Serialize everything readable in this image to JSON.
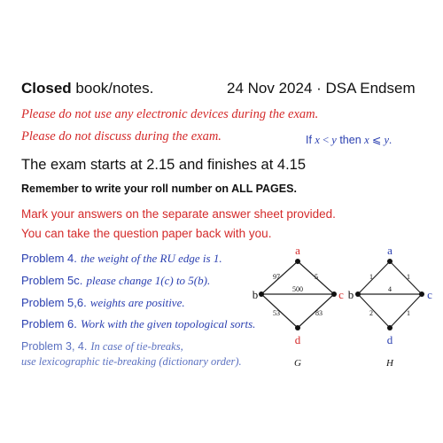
{
  "header": {
    "closed_bold": "Closed",
    "closed_rest": " book/notes.",
    "date_course": "24 Nov 2024 · DSA Endsem"
  },
  "notices": {
    "no_devices": "Please do not use any electronic devices during the exam.",
    "no_discuss": "Please do not discuss during the exam.",
    "if_rule_prefix": "If ",
    "if_rule_x1": "x",
    "if_rule_lt": " < ",
    "if_rule_y1": "y",
    "if_rule_then": " then ",
    "if_rule_x2": "x",
    "if_rule_le": " ⩽ ",
    "if_rule_y2": "y",
    "if_rule_dot": "."
  },
  "timing": "The exam starts at 2.15 and finishes at 4.15",
  "roll_reminder": "Remember to write your roll number on ALL PAGES.",
  "answer_sheet": "Mark your answers on the separate answer sheet provided.",
  "take_back": "You can take the question paper back with you.",
  "problems": [
    {
      "label": "Problem 4.",
      "note": "the weight of the RU edge is 1."
    },
    {
      "label": "Problem 5c.",
      "note": "please change 1(c) to 5(b)."
    },
    {
      "label": "Problem 5,6.",
      "note": "weights are positive."
    },
    {
      "label": "Problem 6.",
      "note": "Work with the given topological sorts."
    },
    {
      "label": "Problem 3, 4.",
      "note": "In case of tie-breaks,",
      "note2": "use lexicographic tie-breaking (dictionary order)."
    }
  ],
  "graph_g": {
    "caption": "G",
    "nodes": {
      "a": "a",
      "b": "b",
      "c": "c",
      "d": "d"
    },
    "weights": {
      "ab": "97",
      "ac": "5",
      "bc": "500",
      "bd": "53",
      "cd": "83"
    }
  },
  "graph_h": {
    "caption": "H",
    "nodes": {
      "a": "a",
      "b": "b",
      "c": "c",
      "d": "d"
    },
    "weights": {
      "ab": "1",
      "ac": "1",
      "bc": "4",
      "bd": "2",
      "cd": "1"
    }
  },
  "colors": {
    "red": "#d42a2a",
    "blue": "#2a3fb0",
    "light_blue": "#5a70c0"
  }
}
